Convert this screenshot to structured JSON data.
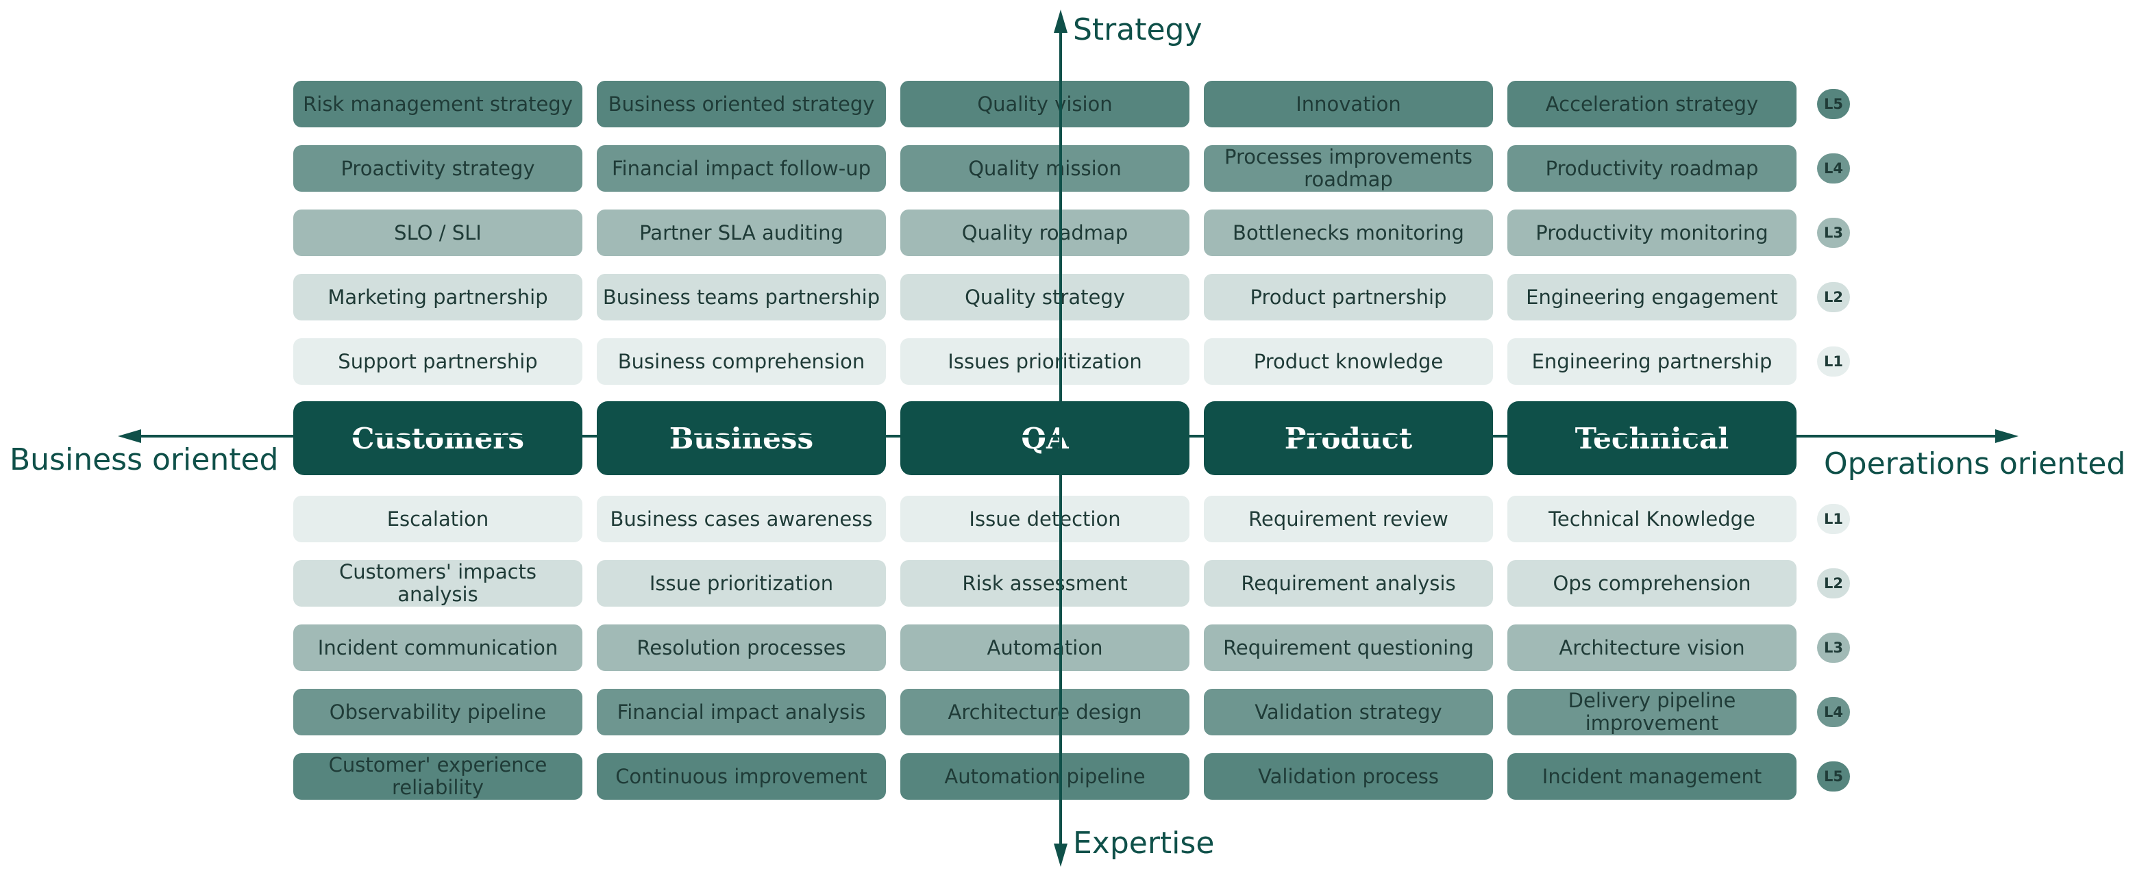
{
  "axes": {
    "top": "Strategy",
    "bottom": "Expertise",
    "left": "Business oriented",
    "right": "Operations oriented"
  },
  "columns": [
    {
      "key": "customers",
      "title": "Customers",
      "upper": [
        "Support partnership",
        "Marketing partnership",
        "SLO / SLI",
        "Proactivity strategy",
        "Risk management strategy"
      ],
      "lower": [
        "Escalation",
        "Customers' impacts analysis",
        "Incident communication",
        "Observability pipeline",
        "Customer' experience reliability"
      ]
    },
    {
      "key": "business",
      "title": "Business",
      "upper": [
        "Business comprehension",
        "Business teams partnership",
        "Partner SLA auditing",
        "Financial impact follow-up",
        "Business oriented strategy"
      ],
      "lower": [
        "Business cases awareness",
        "Issue prioritization",
        "Resolution processes",
        "Financial impact analysis",
        "Continuous improvement"
      ]
    },
    {
      "key": "qa",
      "title": "QA",
      "upper": [
        "Issues prioritization",
        "Quality strategy",
        "Quality roadmap",
        "Quality mission",
        "Quality vision"
      ],
      "lower": [
        "Issue detection",
        "Risk assessment",
        "Automation",
        "Architecture design",
        "Automation pipeline"
      ]
    },
    {
      "key": "product",
      "title": "Product",
      "upper": [
        "Product knowledge",
        "Product partnership",
        "Bottlenecks monitoring",
        "Processes improvements roadmap",
        "Innovation"
      ],
      "lower": [
        "Requirement review",
        "Requirement analysis",
        "Requirement questioning",
        "Validation strategy",
        "Validation process"
      ]
    },
    {
      "key": "technical",
      "title": "Technical",
      "upper": [
        "Engineering partnership",
        "Engineering engagement",
        "Productivity monitoring",
        "Productivity roadmap",
        "Acceleration strategy"
      ],
      "lower": [
        "Technical Knowledge",
        "Ops comprehension",
        "Architecture vision",
        "Delivery pipeline improvement",
        "Incident management"
      ]
    }
  ],
  "levels": [
    "L1",
    "L2",
    "L3",
    "L4",
    "L5"
  ],
  "colors": {
    "header": "#0f5049",
    "axis": "#0f5049",
    "text": "#1f3b37",
    "level_fills": [
      "#e6eeed",
      "#d2dfdd",
      "#a1bab6",
      "#6e9690",
      "#56857e"
    ]
  }
}
